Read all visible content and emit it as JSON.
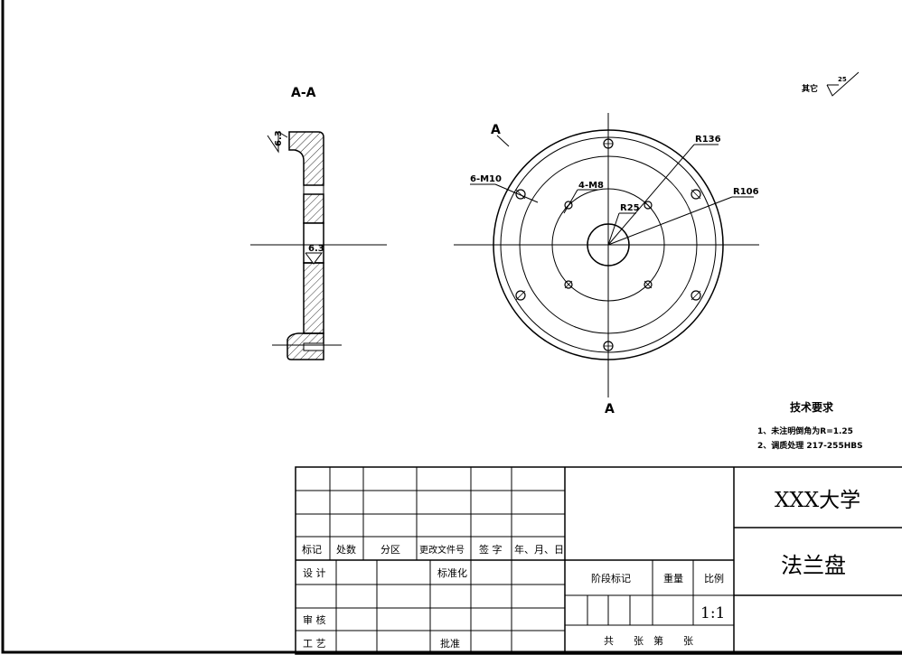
{
  "section_label": "A-A",
  "surface_finish": {
    "other_label": "其它",
    "other_value": "25",
    "left_value_1": "6.3",
    "left_value_2": "6.3"
  },
  "cut_marks": {
    "top": "A",
    "bottom": "A"
  },
  "dimensions": {
    "holes_outer": "6-M10",
    "holes_inner": "4-M8",
    "r_outer": "R136",
    "r_mid": "R106",
    "r_center": "R25"
  },
  "tech_req": {
    "title": "技术要求",
    "items": [
      "1、未注明倒角为R=1.25",
      "2、调质处理 217-255HBS"
    ]
  },
  "title_block": {
    "headers": [
      "标记",
      "处数",
      "分区",
      "更改文件号",
      "签 字",
      "年、月、日"
    ],
    "design": "设 计",
    "standard": "标准化",
    "review": "审 核",
    "process": "工 艺",
    "approve": "批准",
    "stage_mark": "阶段标记",
    "weight": "重量",
    "scale_label": "比例",
    "scale": "1:1",
    "sheets": "共　　张　第　　张",
    "university": "XXX大学",
    "part_name": "法兰盘"
  }
}
